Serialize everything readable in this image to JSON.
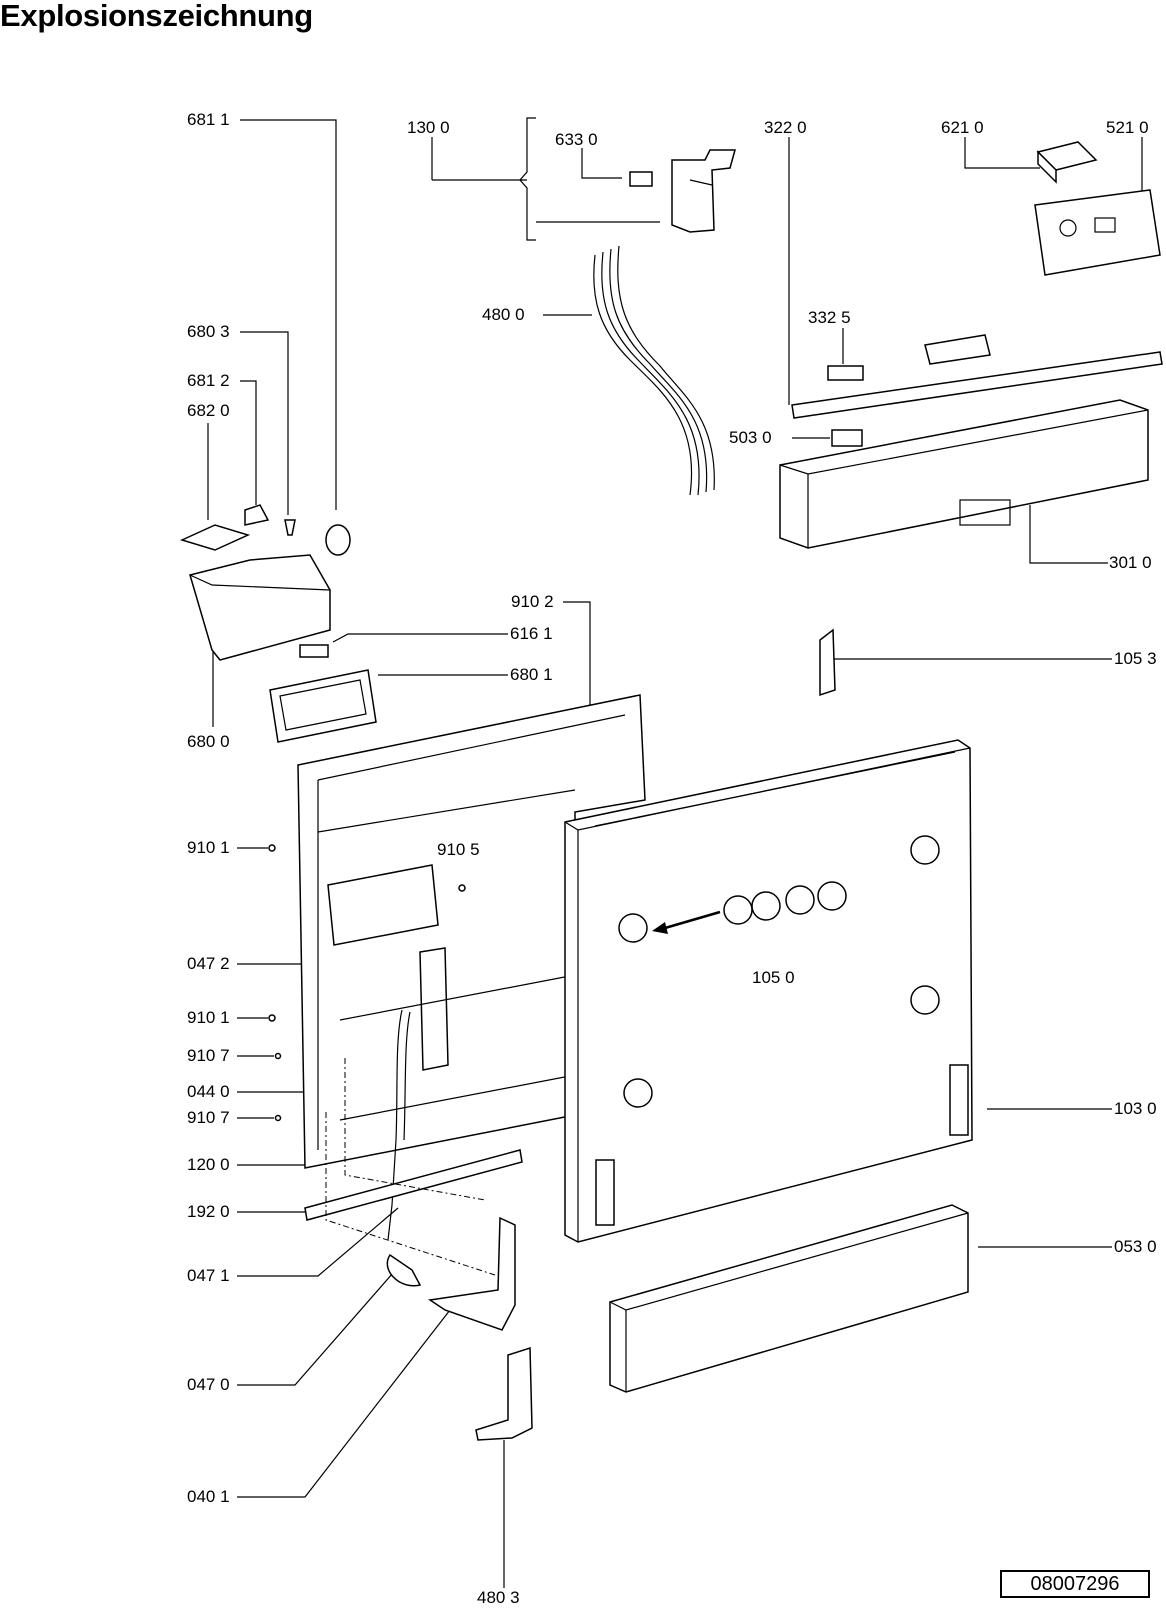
{
  "title": "Explosionszeichnung",
  "document_number": "08007296",
  "part_labels": {
    "p6811": "681 1",
    "p1300": "130 0",
    "p6330": "633 0",
    "p3220": "322  0",
    "p6210": "621 0",
    "p5210": "521 0",
    "p4800": "480 0",
    "p3325": "332 5",
    "p6803": "680 3",
    "p6812": "681 2",
    "p6820": "682 0",
    "p5030": "503  0",
    "p3010": "301 0",
    "p9102": "910 2",
    "p6161": "616 1",
    "p1053": "105 3",
    "p6801": "680 1",
    "p6800": "680 0",
    "p9101a": "910 1",
    "p9105": "910 5",
    "p0472": "047 2",
    "p1050": "105 0",
    "p9101b": "910 1",
    "p9107a": "910 7",
    "p0440": "044 0",
    "p1030": "103 0",
    "p9107b": "910 7",
    "p1200": "120 0",
    "p1920": "192 0",
    "p0530": "053 0",
    "p0471": "047 1",
    "p0470": "047 0",
    "p0401": "040 1",
    "p4803": "480 3"
  }
}
